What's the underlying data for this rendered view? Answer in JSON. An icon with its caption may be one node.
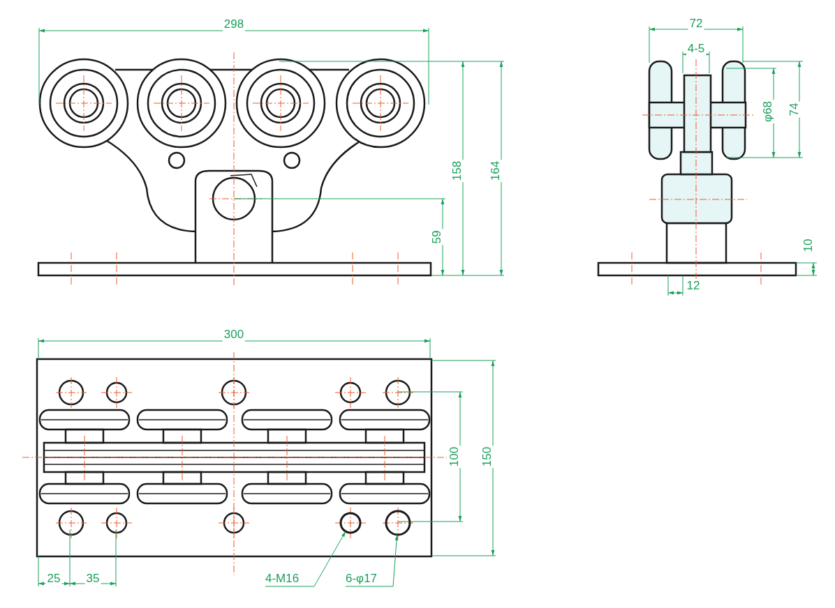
{
  "diagram": {
    "nodes": [
      {
        "text": [
          "4-M16"
        ]
      },
      {
        "text": [],
        "shape": "circle"
      },
      {
        "text": [
          "6-φ17"
        ]
      },
      {
        "text": [],
        "shape": "circle"
      }
    ],
    "edges": [
      {
        "from": 0,
        "to": 1,
        "arrow": "to"
      },
      {
        "from": 2,
        "to": 3,
        "arrow": "to"
      }
    ],
    "labels": [
      "298",
      "72",
      "4-5",
      "φ68",
      "74",
      "158",
      "164",
      "59",
      "10",
      "12",
      "300",
      "100",
      "150",
      "25",
      "35"
    ]
  }
}
